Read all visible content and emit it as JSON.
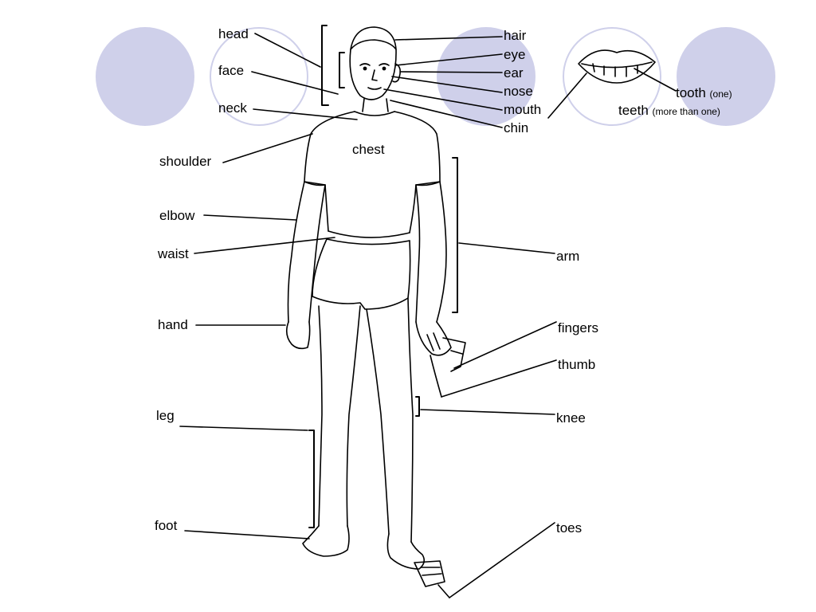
{
  "colors": {
    "accent_circle": "#cfd0ea",
    "ink": "#000000",
    "background": "#ffffff"
  },
  "labels": {
    "head": "head",
    "face": "face",
    "neck": "neck",
    "shoulder": "shoulder",
    "chest": "chest",
    "elbow": "elbow",
    "waist": "waist",
    "hand": "hand",
    "leg": "leg",
    "foot": "foot",
    "hair": "hair",
    "eye": "eye",
    "ear": "ear",
    "nose": "nose",
    "mouth": "mouth",
    "chin": "chin",
    "tooth": "tooth",
    "tooth_note": "(one)",
    "teeth": "teeth",
    "teeth_note": "(more than one)",
    "arm": "arm",
    "fingers": "fingers",
    "thumb": "thumb",
    "knee": "knee",
    "toes": "toes"
  }
}
